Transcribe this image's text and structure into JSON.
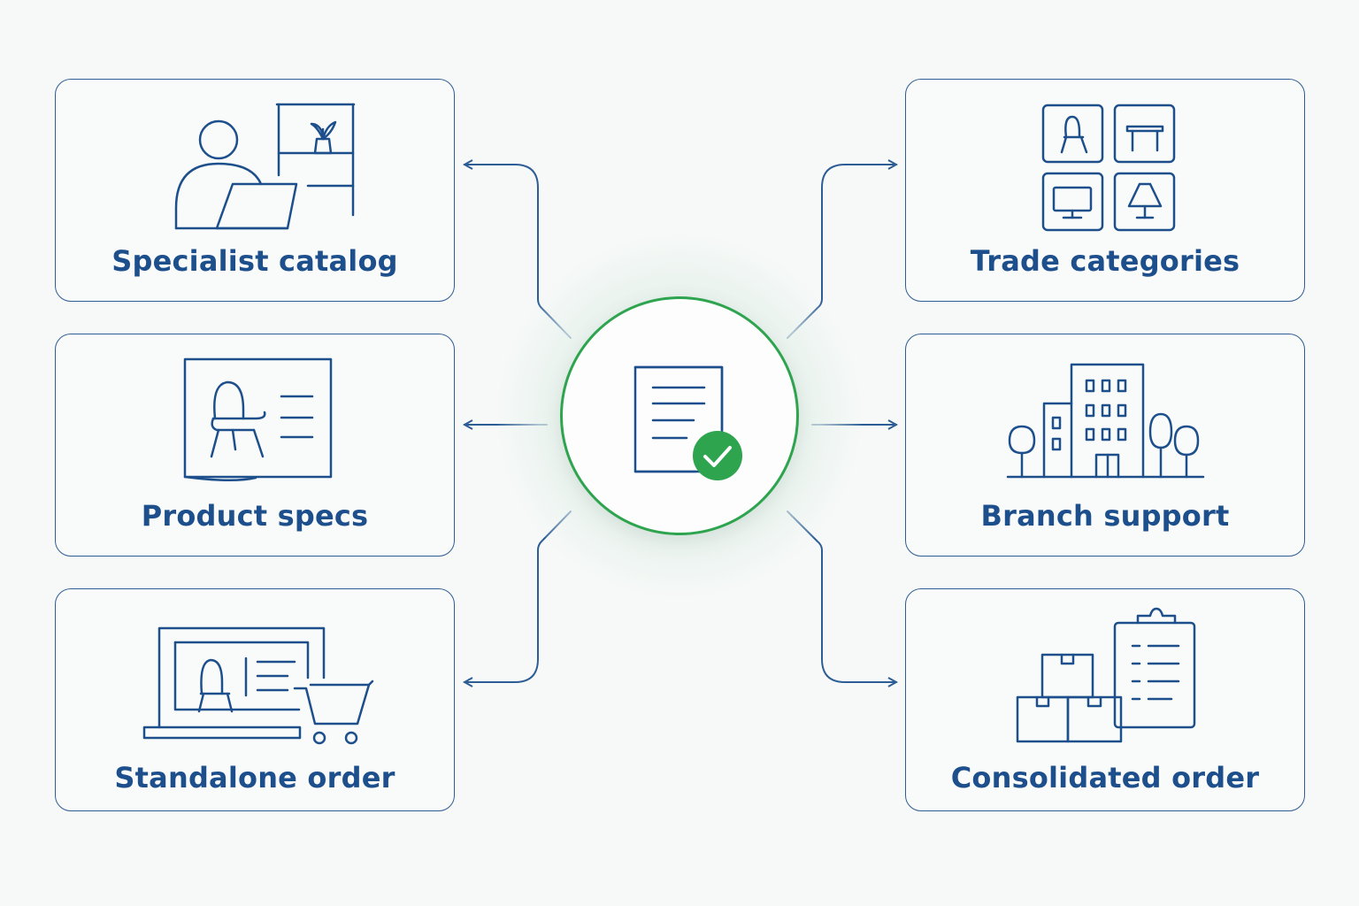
{
  "colors": {
    "primary": "#1d4f8c",
    "line": "#2d5d95",
    "accent_green": "#2ea44f",
    "background": "#f7f9f8"
  },
  "hub": {
    "icon": "document-check-icon"
  },
  "cards": {
    "specialist_catalog": {
      "label": "Specialist catalog",
      "icon": "person-laptop-icon"
    },
    "product_specs": {
      "label": "Product specs",
      "icon": "chair-spec-sheet-icon"
    },
    "standalone_order": {
      "label": "Standalone order",
      "icon": "laptop-cart-icon"
    },
    "trade_categories": {
      "label": "Trade categories",
      "icon": "furniture-grid-icon"
    },
    "branch_support": {
      "label": "Branch support",
      "icon": "building-trees-icon"
    },
    "consolidated_order": {
      "label": "Consolidated order",
      "icon": "boxes-clipboard-icon"
    }
  }
}
